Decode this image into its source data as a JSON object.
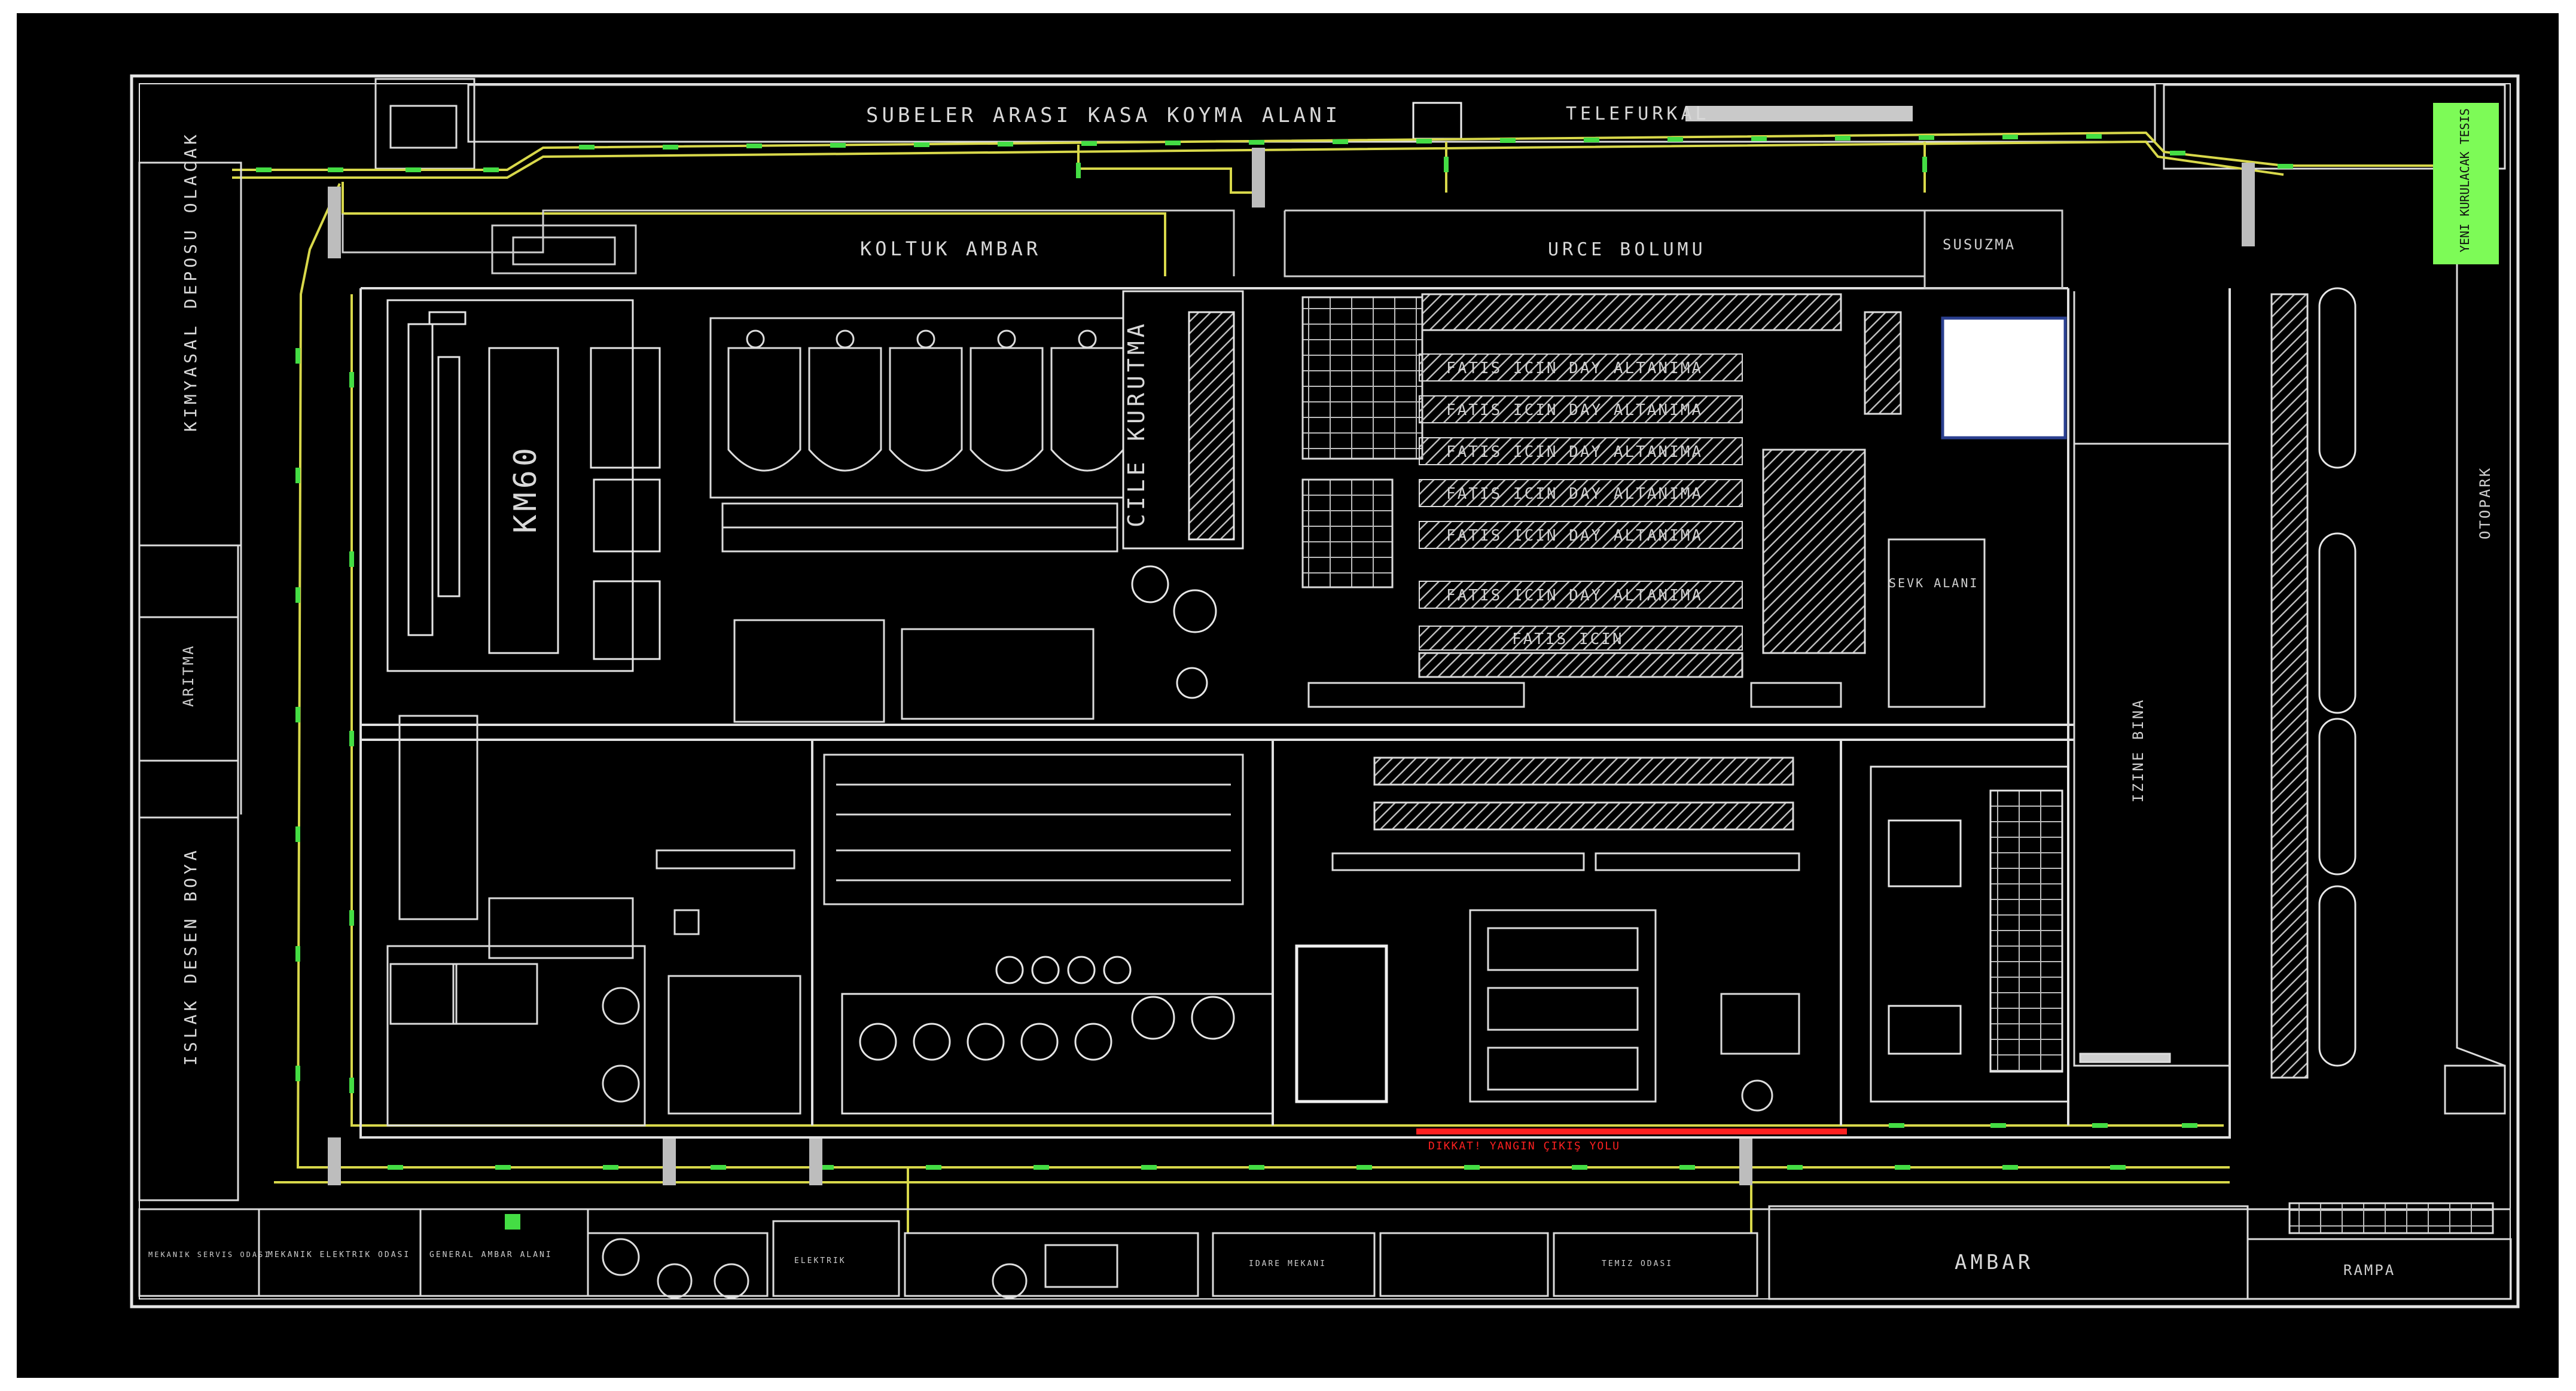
{
  "labels": {
    "subeler": "SUBELER ARASI KASA KOYMA ALANI",
    "telefurkal": "TELEFURKAL",
    "koltuk_ambar": "KOLTUK AMBAR",
    "urce_bolumu": "URCE BOLUMU",
    "susuzma": "SUSUZMA",
    "kimyasal": "KIMYASAL DEPOSU OLACAK",
    "km60": "KM60",
    "cile_kurutma": "CILE KURUTMA",
    "arittma": "ARITMA",
    "islak_desen": "ISLAK DESEN BOYA",
    "sevk_alani": "SEVK ALANI",
    "izine_bina": "IZINE BINA",
    "otopark": "OTOPARK",
    "ambar": "AMBAR",
    "rampa": "RAMPA",
    "green_box": "YENI KURULACAK TESIS"
  },
  "fabric_rows": [
    "FATIS ICIN DAY ALTANIMA",
    "FATIS ICIN DAY ALTANIMA",
    "FATIS ICIN DAY ALTANIMA",
    "FATIS ICIN DAY ALTANIMA",
    "FATIS ICIN DAY ALTANIMA",
    "FATIS ICIN DAY ALTANIMA",
    "FATIS ICIN"
  ],
  "bottom_rooms": [
    "MEKANIK SERVIS ODASI",
    "MEKANIK ELEKTRIK ODASI",
    "GENERAL AMBAR ALANI",
    "",
    "",
    "ELEKTRIK",
    "IDARE MEKANI",
    "",
    "TEMIZ ODASI"
  ],
  "warning_text": "DIKKAT! YANGIN ÇIKIŞ YOLU",
  "colors": {
    "background": "#000000",
    "line": "#cfcfcf",
    "wall": "#e8e8e8",
    "pipe": "#d8d84a",
    "marker": "#44dd44",
    "green_box": "#7dfb57",
    "white_box": "#ffffff",
    "white_box_border": "#2a3f8f",
    "warning": "#ff2020"
  }
}
